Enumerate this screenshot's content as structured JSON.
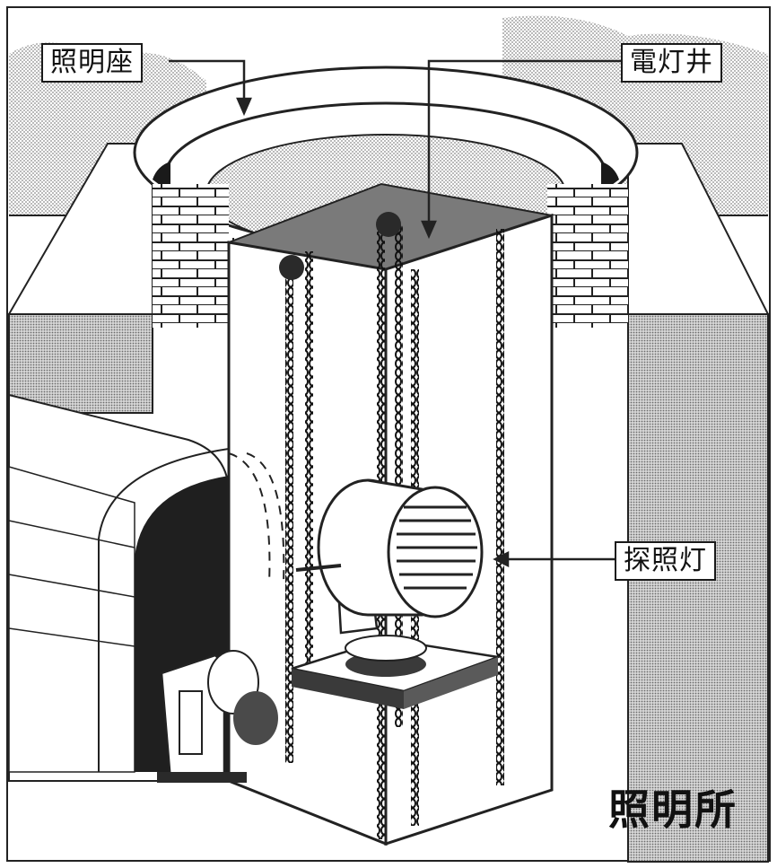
{
  "labels": {
    "shoumeiza": "照明座",
    "dentousei": "電灯井",
    "tanshoutou": "探照灯"
  },
  "caption": "照明所",
  "colors": {
    "ink": "#111111",
    "paper": "#ffffff",
    "dotted_gray": "#c8c8c8",
    "wall_gray": "#b8b8b8",
    "dark": "#2a2a2a"
  }
}
